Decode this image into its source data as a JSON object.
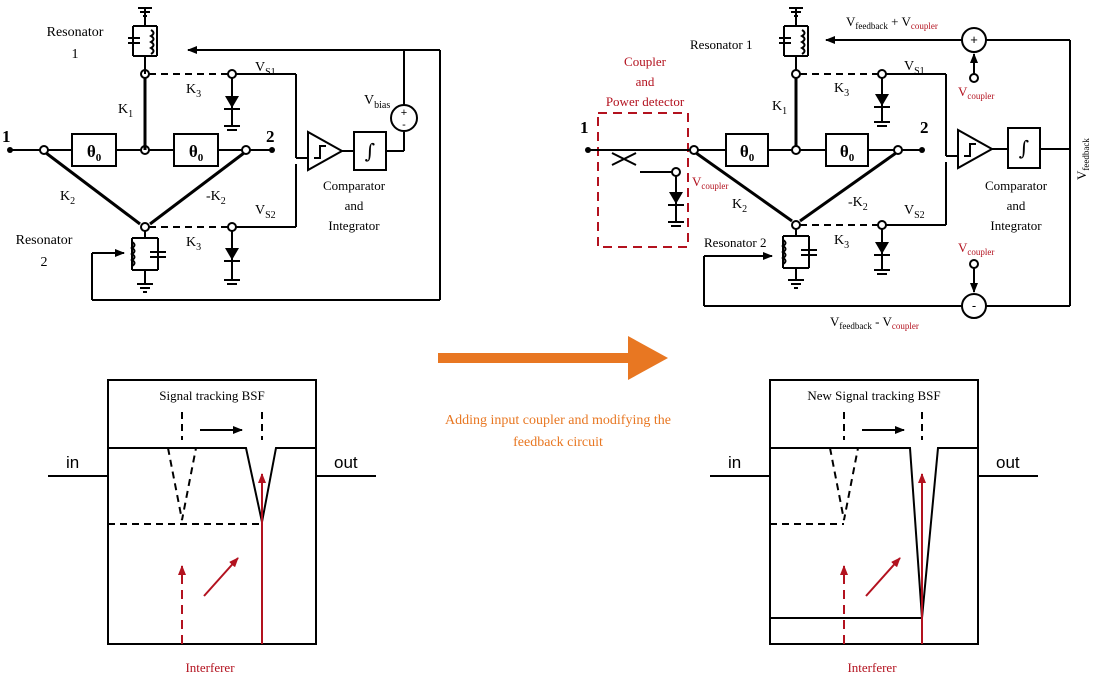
{
  "colors": {
    "red": "#b3121f",
    "orange": "#e87722",
    "ink": "#000000"
  },
  "left_circuit": {
    "resonator1": [
      "Resonator",
      "1"
    ],
    "resonator2": [
      "Resonator",
      "2"
    ],
    "port1": "1",
    "port2": "2",
    "theta": "θ",
    "theta_sub": "0",
    "k1": "K",
    "k1_sub": "1",
    "k2": "K",
    "k2_sub": "2",
    "mk2": "-K",
    "mk2_sub": "2",
    "k3": "K",
    "k3_sub": "3",
    "vs1": "V",
    "vs1_sub": "S1",
    "vs2": "V",
    "vs2_sub": "S2",
    "vbias": "V",
    "vbias_sub": "bias",
    "comparator": [
      "Comparator",
      "and",
      "Integrator"
    ]
  },
  "right_circuit": {
    "resonator1": "Resonator 1",
    "resonator2": "Resonator 2",
    "coupler": [
      "Coupler",
      "and",
      "Power detector"
    ],
    "vcoupler": "V",
    "vcoupler_sub": "coupler",
    "vfb_plus": {
      "v1": "V",
      "s1": "feedback",
      "op": " + V",
      "s2": "coupler"
    },
    "vfb_minus": {
      "v1": "V",
      "s1": "feedback",
      "op": " - V",
      "s2": "coupler"
    },
    "vfeedback": "V",
    "vfeedback_sub": "feedback"
  },
  "arrow_caption": [
    "Adding input coupler and modifying the",
    "feedback circuit"
  ],
  "left_plot": {
    "title": "Signal tracking BSF",
    "in": "in",
    "out": "out",
    "interferer": "Interferer"
  },
  "right_plot": {
    "title": "New Signal tracking BSF",
    "in": "in",
    "out": "out",
    "interferer": "Interferer"
  }
}
